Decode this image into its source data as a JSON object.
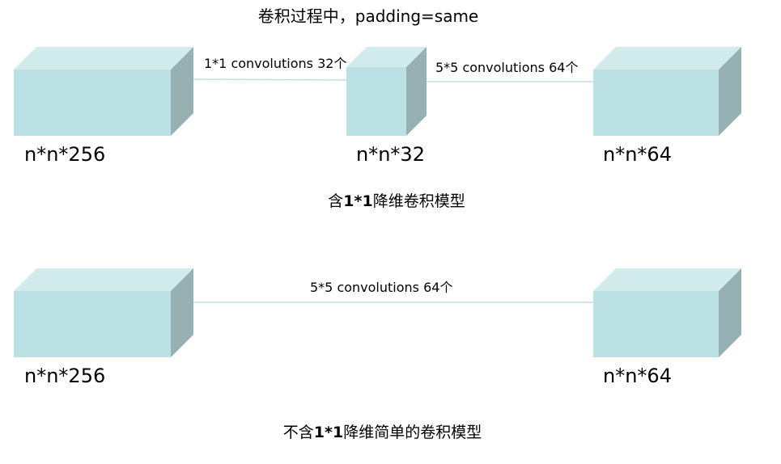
{
  "title": "卷积过程中，padding=same",
  "top_model": {
    "conv1_label": "1*1 convolutions 32个",
    "conv2_label": "5*5 convolutions 64个",
    "input_dim": "n*n*256",
    "mid_dim": "n*n*32",
    "output_dim": "n*n*64",
    "caption_pre": "含",
    "caption_bold": "1*1",
    "caption_post": "降维卷积模型"
  },
  "bottom_model": {
    "conv_label": "5*5 convolutions 64个",
    "input_dim": "n*n*256",
    "output_dim": "n*n*64",
    "caption_pre": "不含",
    "caption_bold": "1*1",
    "caption_post": "降维简单的卷积模型"
  },
  "colors": {
    "box_front": "#bbe1e4",
    "box_top": "#d2ebed",
    "box_side": "#97b1b2",
    "connector": "#c3dfe1"
  }
}
